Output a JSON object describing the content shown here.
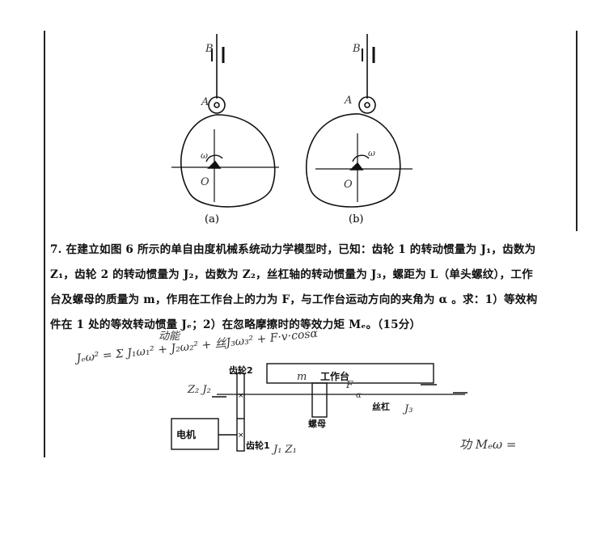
{
  "figures": {
    "a": {
      "caption": "(a)",
      "labels": {
        "B": "B",
        "A": "A",
        "omega": "ω",
        "O": "O"
      }
    },
    "b": {
      "caption": "(b)",
      "labels": {
        "B": "B",
        "A": "A",
        "omega": "ω",
        "O": "O"
      }
    }
  },
  "question": {
    "lines": [
      "7. 在建立如图 6 所示的单自由度机械系统动力学模型时，已知：齿轮 1 的转动惯量为 J₁，齿数为",
      "Z₁，齿轮 2 的转动惯量为 J₂，齿数为 Z₂，丝杠轴的转动惯量为 J₃，螺距为 L（单头螺纹），工作",
      "台及螺母的质量为 m，作用在工作台上的力为 F，与工作台运动方向的夹角为 α 。求：1）等效构",
      "件在 1 处的等效转动惯量 Jₑ；2）在忽略摩擦时的等效力矩 Mₑ。（15分）"
    ]
  },
  "diagram": {
    "gear2": "齿轮2",
    "gear1": "齿轮1",
    "table": "工作台",
    "nut": "螺母",
    "screw": "丝杠",
    "motor": "电机",
    "mass": "m"
  },
  "handwriting": {
    "note1": "动能",
    "eq1": "Jₑω² = Σ J₁ω₁² + J₂ω₂² + 丝J₃ω₃² + F·v·cosα",
    "z2j2": "Z₂ J₂",
    "j3": "J₃",
    "j1z1": "J₁  Z₁",
    "force": "F",
    "alpha": "α",
    "me": "功 Mₑω ="
  }
}
